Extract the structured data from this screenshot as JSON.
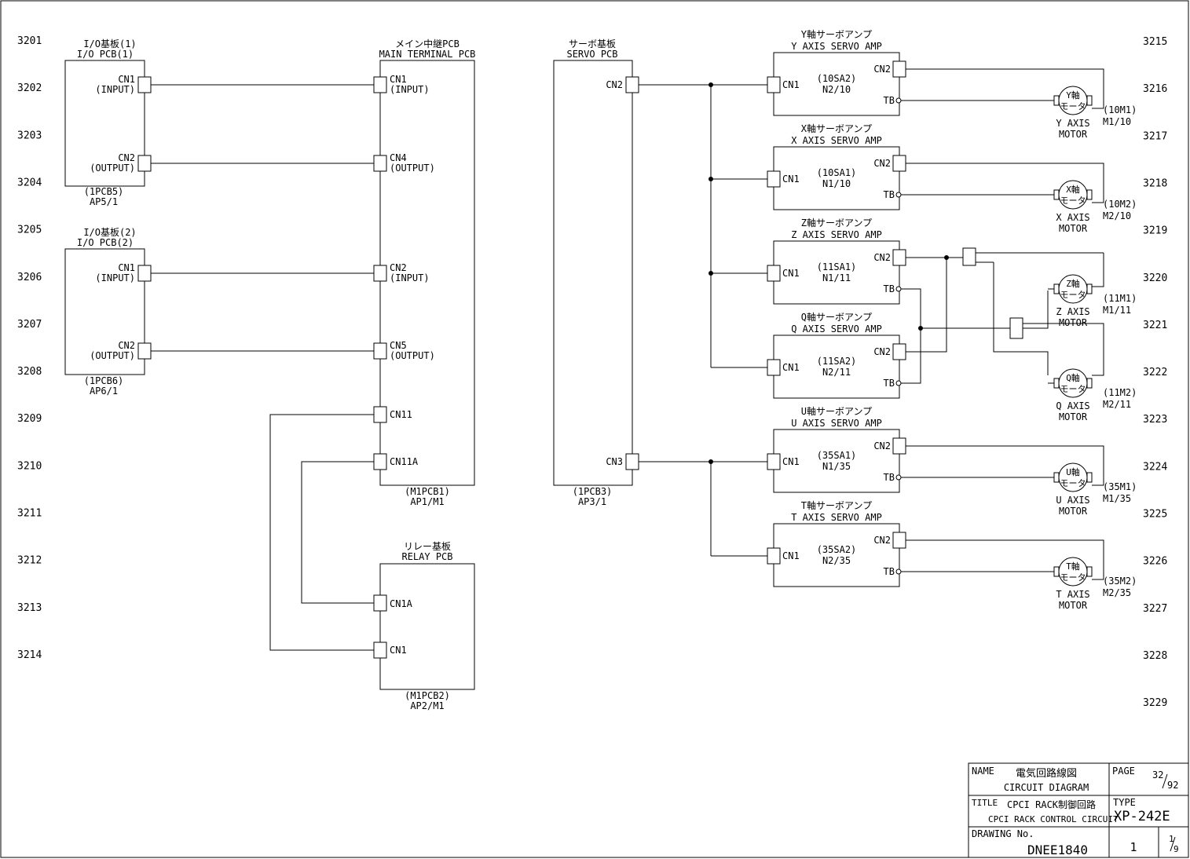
{
  "row_numbers_left": [
    "3201",
    "3202",
    "3203",
    "3204",
    "3205",
    "3206",
    "3207",
    "3208",
    "3209",
    "3210",
    "3211",
    "3212",
    "3213",
    "3214"
  ],
  "row_numbers_right": [
    "3215",
    "3216",
    "3217",
    "3218",
    "3219",
    "3220",
    "3221",
    "3222",
    "3223",
    "3224",
    "3225",
    "3226",
    "3227",
    "3228",
    "3229"
  ],
  "io_pcb1": {
    "title_jp": "I/O基板(1)",
    "title_en": "I/O PCB(1)",
    "cn1": "CN1",
    "cn1_sub": "(INPUT)",
    "cn2": "CN2",
    "cn2_sub": "(OUTPUT)",
    "ref1": "(1PCB5)",
    "ref2": "AP5/1"
  },
  "io_pcb2": {
    "title_jp": "I/O基板(2)",
    "title_en": "I/O PCB(2)",
    "cn1": "CN1",
    "cn1_sub": "(INPUT)",
    "cn2": "CN2",
    "cn2_sub": "(OUTPUT)",
    "ref1": "(1PCB6)",
    "ref2": "AP6/1"
  },
  "main_pcb": {
    "title_jp": "メイン中継PCB",
    "title_en": "MAIN TERMINAL PCB",
    "cn1": "CN1",
    "cn1_sub": "(INPUT)",
    "cn4": "CN4",
    "cn4_sub": "(OUTPUT)",
    "cn2": "CN2",
    "cn2_sub": "(INPUT)",
    "cn5": "CN5",
    "cn5_sub": "(OUTPUT)",
    "cn11": "CN11",
    "cn11a": "CN11A",
    "ref1": "(M1PCB1)",
    "ref2": "AP1/M1"
  },
  "relay_pcb": {
    "title_jp": "リレー基板",
    "title_en": "RELAY PCB",
    "cn1a": "CN1A",
    "cn1": "CN1",
    "ref1": "(M1PCB2)",
    "ref2": "AP2/M1"
  },
  "servo_pcb": {
    "title_jp": "サーボ基板",
    "title_en": "SERVO PCB",
    "cn2": "CN2",
    "cn3": "CN3",
    "ref1": "(1PCB3)",
    "ref2": "AP3/1"
  },
  "amps": [
    {
      "title_jp": "Y軸サーボアンプ",
      "title_en": "Y AXIS SERVO AMP",
      "cn1": "CN1",
      "id1": "(10SA2)",
      "id2": "N2/10",
      "cn2": "CN2",
      "tb": "TB",
      "motor_l1": "Y軸",
      "motor_l2": "モータ",
      "motor_n1": "Y AXIS",
      "motor_n2": "MOTOR",
      "motor_r1": "(10M1)",
      "motor_r2": "M1/10"
    },
    {
      "title_jp": "X軸サーボアンプ",
      "title_en": "X AXIS SERVO AMP",
      "cn1": "CN1",
      "id1": "(10SA1)",
      "id2": "N1/10",
      "cn2": "CN2",
      "tb": "TB",
      "motor_l1": "X軸",
      "motor_l2": "モータ",
      "motor_n1": "X AXIS",
      "motor_n2": "MOTOR",
      "motor_r1": "(10M2)",
      "motor_r2": "M2/10"
    },
    {
      "title_jp": "Z軸サーボアンプ",
      "title_en": "Z AXIS SERVO AMP",
      "cn1": "CN1",
      "id1": "(11SA1)",
      "id2": "N1/11",
      "cn2": "CN2",
      "tb": "TB",
      "motor_l1": "Z軸",
      "motor_l2": "モータ",
      "motor_n1": "Z AXIS",
      "motor_n2": "MOTOR",
      "motor_r1": "(11M1)",
      "motor_r2": "M1/11"
    },
    {
      "title_jp": "Q軸サーボアンプ",
      "title_en": "Q AXIS SERVO AMP",
      "cn1": "CN1",
      "id1": "(11SA2)",
      "id2": "N2/11",
      "cn2": "CN2",
      "tb": "TB",
      "motor_l1": "Q軸",
      "motor_l2": "モータ",
      "motor_n1": "Q AXIS",
      "motor_n2": "MOTOR",
      "motor_r1": "(11M2)",
      "motor_r2": "M2/11"
    },
    {
      "title_jp": "U軸サーボアンプ",
      "title_en": "U AXIS SERVO AMP",
      "cn1": "CN1",
      "id1": "(35SA1)",
      "id2": "N1/35",
      "cn2": "CN2",
      "tb": "TB",
      "motor_l1": "U軸",
      "motor_l2": "モータ",
      "motor_n1": "U AXIS",
      "motor_n2": "MOTOR",
      "motor_r1": "(35M1)",
      "motor_r2": "M1/35"
    },
    {
      "title_jp": "T軸サーボアンプ",
      "title_en": "T AXIS SERVO AMP",
      "cn1": "CN1",
      "id1": "(35SA2)",
      "id2": "N2/35",
      "cn2": "CN2",
      "tb": "TB",
      "motor_l1": "T軸",
      "motor_l2": "モータ",
      "motor_n1": "T AXIS",
      "motor_n2": "MOTOR",
      "motor_r1": "(35M2)",
      "motor_r2": "M2/35"
    }
  ],
  "title_block": {
    "name_label": "NAME",
    "name_jp": "電気回路線図",
    "name_en": "CIRCUIT DIAGRAM",
    "page_label": "PAGE",
    "page_num": "32",
    "page_total": "92",
    "title_label": "TITLE",
    "title_jp": "CPCI RACK制御回路",
    "title_en": "CPCI RACK CONTROL CIRCUIT",
    "type_label": "TYPE",
    "type_value": "XP-242E",
    "drawing_label": "DRAWING No.",
    "drawing_value": "DNEE1840",
    "sheet": "1",
    "sheet_num": "1",
    "sheet_total": "9"
  }
}
